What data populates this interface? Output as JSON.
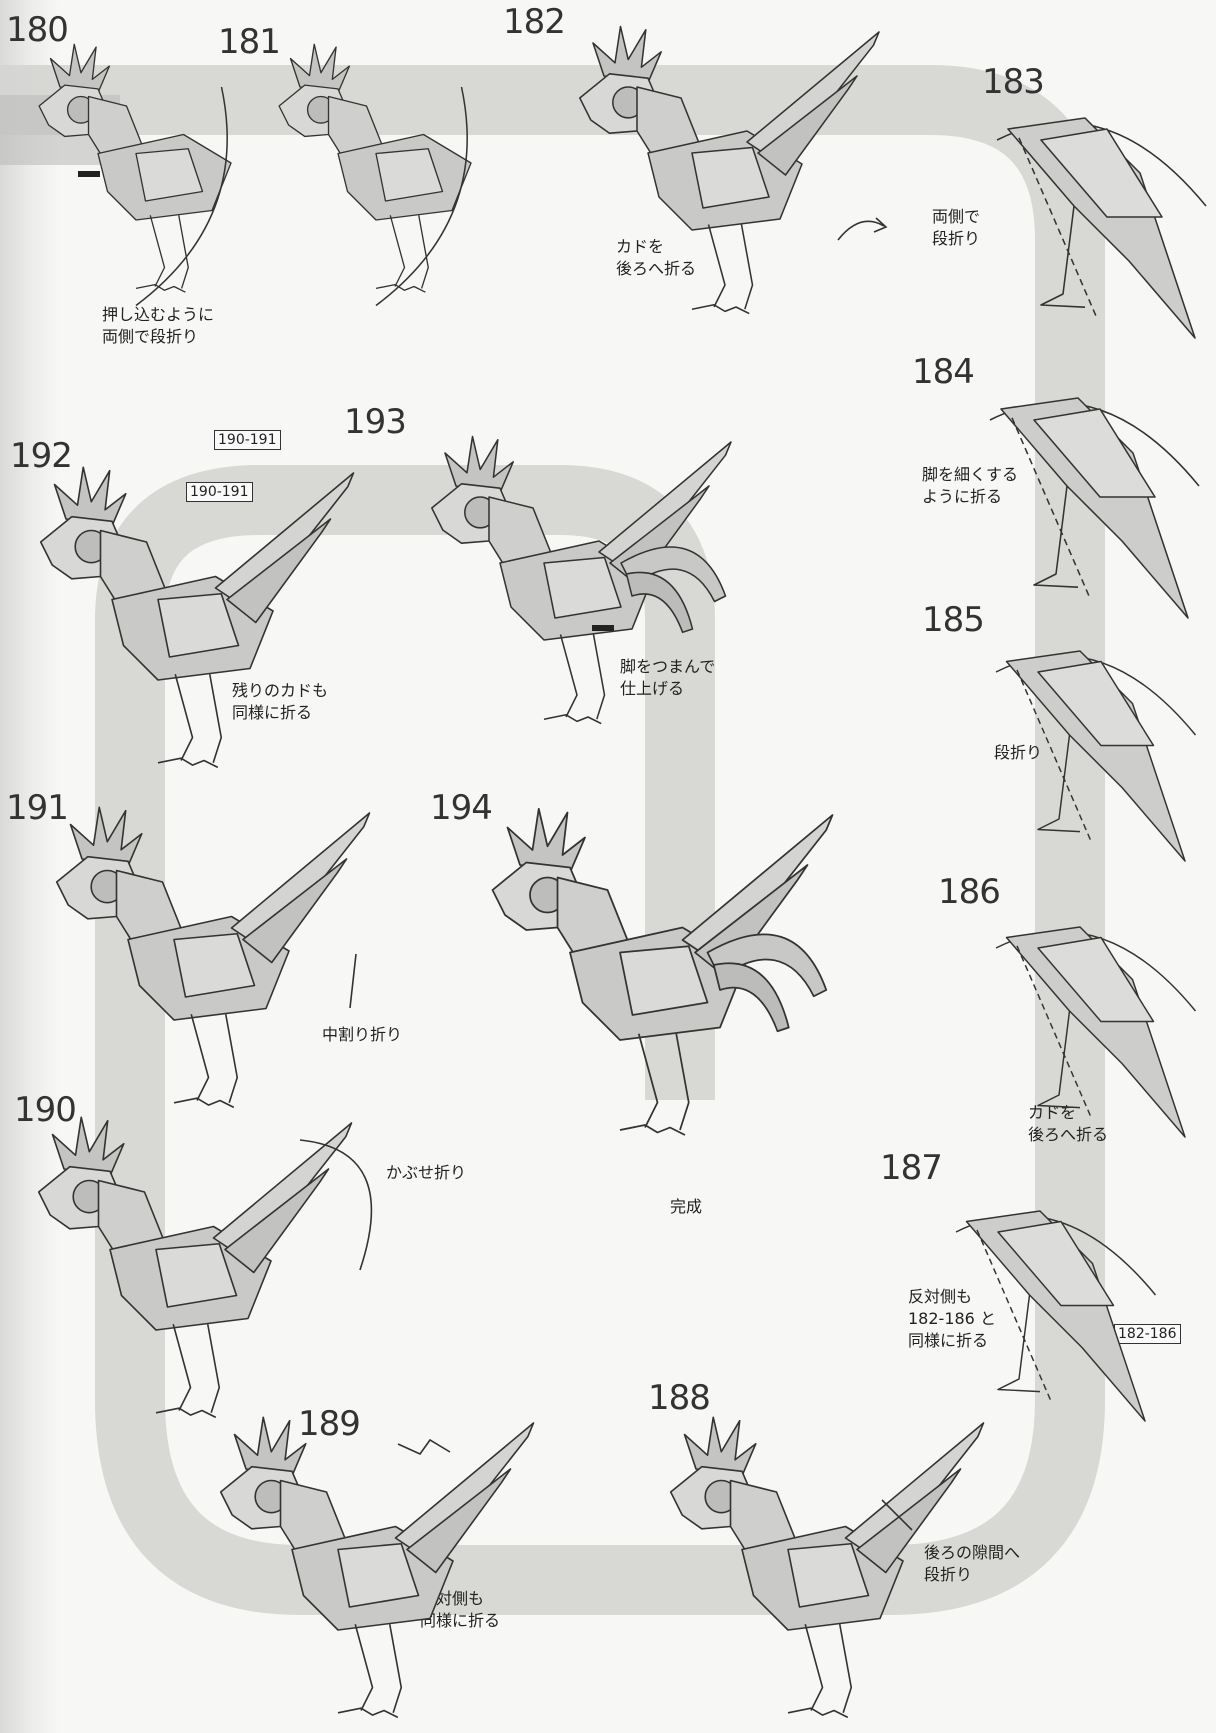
{
  "steps": [
    {
      "number": "180",
      "caption": [
        "押し込むように",
        "両側で段折り"
      ]
    },
    {
      "number": "181",
      "caption": []
    },
    {
      "number": "182",
      "caption": [
        "カドを",
        "後ろへ折る"
      ]
    },
    {
      "number": "183",
      "caption": [
        "両側で",
        "段折り"
      ]
    },
    {
      "number": "184",
      "caption": [
        "脚を細くする",
        "ように折る"
      ]
    },
    {
      "number": "185",
      "caption": [
        "段折り"
      ]
    },
    {
      "number": "186",
      "caption": [
        "カドを",
        "後ろへ折る"
      ]
    },
    {
      "number": "187",
      "caption": [
        "反対側も",
        "182-186 と",
        "同様に折る"
      ],
      "ref": "182-186"
    },
    {
      "number": "188",
      "caption": [
        "後ろの隙間へ",
        "段折り"
      ]
    },
    {
      "number": "189",
      "caption": [
        "反対側も",
        "同様に折る"
      ]
    },
    {
      "number": "190",
      "caption": [
        "かぶせ折り"
      ]
    },
    {
      "number": "191",
      "caption": [
        "中割り折り"
      ]
    },
    {
      "number": "192",
      "caption": [
        "残りのカドも",
        "同様に折る"
      ],
      "refs": [
        "190-191",
        "190-191"
      ]
    },
    {
      "number": "193",
      "caption": [
        "脚をつまんで",
        "仕上げる"
      ]
    },
    {
      "number": "194",
      "caption": [
        "完成"
      ]
    }
  ]
}
